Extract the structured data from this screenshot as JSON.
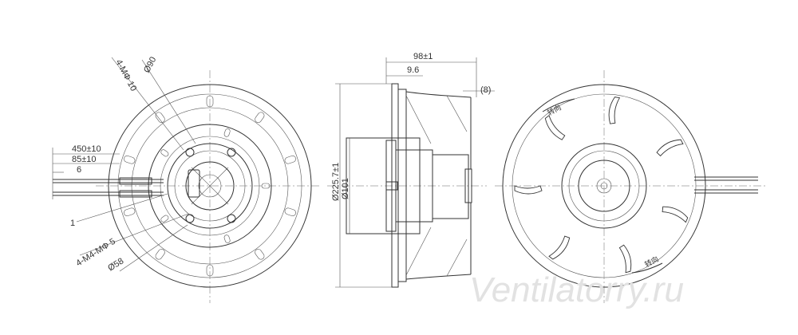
{
  "front_view": {
    "dim_mounting_circle": "Ø90",
    "dim_holes_top": "4-MΦ 10",
    "dim_cable_length": "450±10",
    "dim_strip_length": "85±10",
    "dim_strip_end": "6",
    "callout_item": "1",
    "dim_holes_bottom": "4-M4-MΦ 5",
    "dim_hub_circle": "Ø58"
  },
  "side_view": {
    "dim_overall_width": "98±1",
    "dim_flange_offset": "9.6",
    "dim_blade_offset": "(8)",
    "dim_impeller_diameter": "Ø225.7±1",
    "dim_motor_diameter": "Ø101"
  },
  "rear_view": {
    "arrow_label_top": "转向",
    "arrow_label_bottom": "转向"
  },
  "watermark": "Ventilatorry.ru",
  "colors": {
    "line": "#333333",
    "watermark": "#e2e2e2"
  }
}
